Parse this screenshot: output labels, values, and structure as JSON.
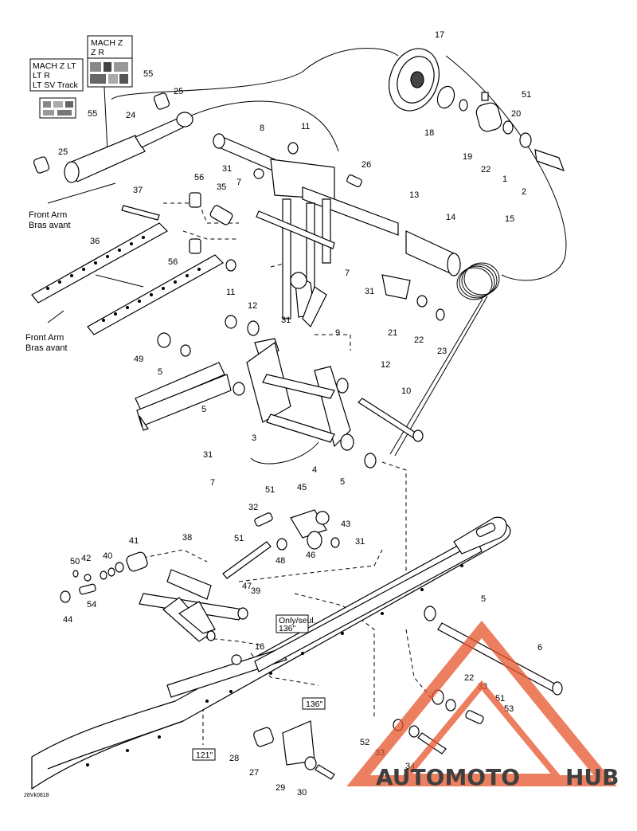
{
  "diagram": {
    "callouts": [
      {
        "n": "17"
      },
      {
        "n": "51"
      },
      {
        "n": "20"
      },
      {
        "n": "18"
      },
      {
        "n": "19"
      },
      {
        "n": "22"
      },
      {
        "n": "1"
      },
      {
        "n": "2"
      },
      {
        "n": "55"
      },
      {
        "n": "55"
      },
      {
        "n": "25"
      },
      {
        "n": "24"
      },
      {
        "n": "25"
      },
      {
        "n": "8"
      },
      {
        "n": "11"
      },
      {
        "n": "26"
      },
      {
        "n": "31"
      },
      {
        "n": "7"
      },
      {
        "n": "56"
      },
      {
        "n": "35"
      },
      {
        "n": "37"
      },
      {
        "n": "13"
      },
      {
        "n": "14"
      },
      {
        "n": "15"
      },
      {
        "n": "36"
      },
      {
        "n": "56"
      },
      {
        "n": "7"
      },
      {
        "n": "31"
      },
      {
        "n": "11"
      },
      {
        "n": "12"
      },
      {
        "n": "31"
      },
      {
        "n": "9"
      },
      {
        "n": "21"
      },
      {
        "n": "22"
      },
      {
        "n": "23"
      },
      {
        "n": "49"
      },
      {
        "n": "5"
      },
      {
        "n": "12"
      },
      {
        "n": "10"
      },
      {
        "n": "5"
      },
      {
        "n": "3"
      },
      {
        "n": "31"
      },
      {
        "n": "4"
      },
      {
        "n": "5"
      },
      {
        "n": "7"
      },
      {
        "n": "51"
      },
      {
        "n": "45"
      },
      {
        "n": "32"
      },
      {
        "n": "43"
      },
      {
        "n": "31"
      },
      {
        "n": "51"
      },
      {
        "n": "41"
      },
      {
        "n": "38"
      },
      {
        "n": "48"
      },
      {
        "n": "46"
      },
      {
        "n": "50"
      },
      {
        "n": "42"
      },
      {
        "n": "40"
      },
      {
        "n": "47"
      },
      {
        "n": "44"
      },
      {
        "n": "54"
      },
      {
        "n": "39"
      },
      {
        "n": "5"
      },
      {
        "n": "16"
      },
      {
        "n": "6"
      },
      {
        "n": "22"
      },
      {
        "n": "33"
      },
      {
        "n": "51"
      },
      {
        "n": "53"
      },
      {
        "n": "52"
      },
      {
        "n": "33"
      },
      {
        "n": "28"
      },
      {
        "n": "34"
      },
      {
        "n": "27"
      },
      {
        "n": "29"
      },
      {
        "n": "30"
      }
    ],
    "model_box_1": {
      "line1": "MACH Z",
      "line2": "Z R"
    },
    "model_box_2": {
      "line1": "MACH Z LT",
      "line2": "LT R",
      "line3": "LT SV Track"
    },
    "front_arm_1": {
      "en": "Front Arm",
      "fr": "Bras avant"
    },
    "front_arm_2": {
      "en": "Front Arm",
      "fr": "Bras avant"
    },
    "only_box": {
      "line1": "Only/seul.",
      "line2": "136\""
    },
    "size_136": "136\"",
    "size_121": "121\"",
    "drawing_code": "28Vk0818"
  },
  "watermark": {
    "part1": "AUTOMOTO",
    "part2": "HUB",
    "color_primary": "#e8552d",
    "color_secondary": "#555555"
  }
}
